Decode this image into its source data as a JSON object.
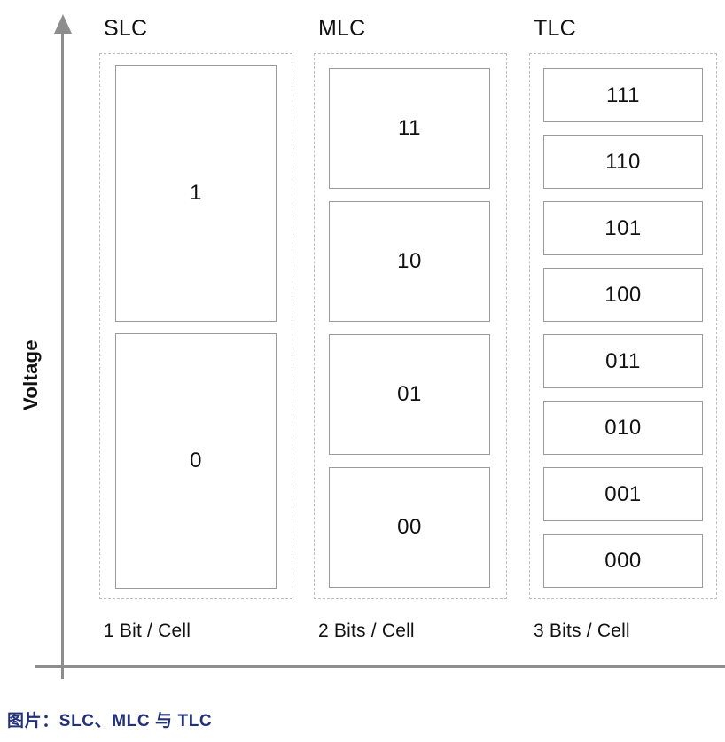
{
  "figure": {
    "caption": "图片：SLC、MLC 与 TLC",
    "caption_color": "#22317a",
    "axis": {
      "y_label": "Voltage",
      "axis_color": "#8d8d8d",
      "arrow_icon": "up-arrow-icon"
    },
    "cell_border_color": "#9a9a9a",
    "group_border_color": "#bdbdbd"
  },
  "chart_data": {
    "type": "diagram",
    "title": "SLC / MLC / TLC voltage level distribution",
    "ylabel": "Voltage",
    "xlabel": "",
    "grid": false,
    "legend": "none",
    "columns": [
      {
        "name": "SLC",
        "footer": "1 Bit / Cell",
        "bits_per_cell": 1,
        "level_count": 2,
        "levels": [
          "1",
          "0"
        ]
      },
      {
        "name": "MLC",
        "footer": "2 Bits / Cell",
        "bits_per_cell": 2,
        "level_count": 4,
        "levels": [
          "11",
          "10",
          "01",
          "00"
        ]
      },
      {
        "name": "TLC",
        "footer": "3 Bits / Cell",
        "bits_per_cell": 3,
        "level_count": 8,
        "levels": [
          "111",
          "110",
          "101",
          "100",
          "011",
          "010",
          "001",
          "000"
        ]
      }
    ]
  }
}
